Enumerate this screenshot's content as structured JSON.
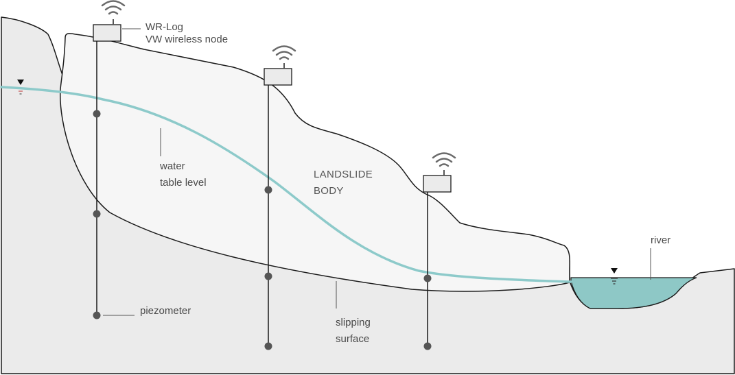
{
  "labels": {
    "wr_log_line1": "WR-Log",
    "wr_log_line2": "VW wireless node",
    "water_line1": "water",
    "water_line2": "table level",
    "landslide_line1": "LANDSLIDE",
    "landslide_line2": "BODY",
    "river": "river",
    "piezometer": "piezometer",
    "slipping_line1": "slipping",
    "slipping_line2": "surface"
  },
  "colors": {
    "ground": "#ebebeb",
    "landslide": "#f6f6f6",
    "water_table": "#8dcaca",
    "river": "#8ec8c6",
    "outline": "#1a1a1a",
    "node_fill": "#ebebeb",
    "sensor": "#555555",
    "text": "#4a4a4a"
  },
  "icons": [
    "wifi-icon",
    "water-level-marker-icon"
  ]
}
